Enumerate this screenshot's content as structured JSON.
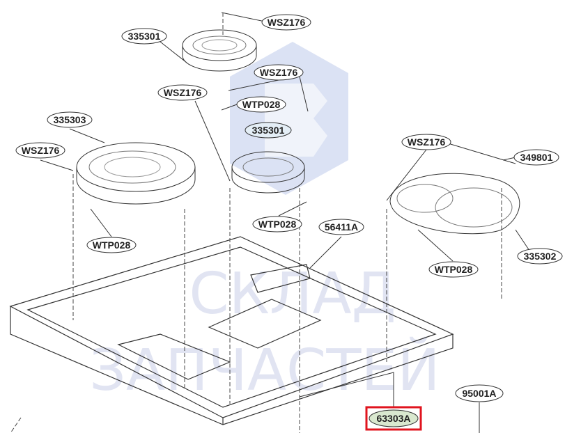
{
  "diagram": {
    "labels": {
      "wsz176_top": "WSZ176",
      "p335301_top": "335301",
      "wsz176_mid": "WSZ176",
      "wsz176_leftmid": "WSZ176",
      "wtp028_top": "WTP028",
      "p335303": "335303",
      "p335301_mid": "335301",
      "wsz176_left": "WSZ176",
      "wsz176_right": "WSZ176",
      "p349801": "349801",
      "wtp028_mid": "WTP028",
      "p56411a": "56411A",
      "wtp028_left": "WTP028",
      "wtp028_right": "WTP028",
      "p335302": "335302",
      "p95001a": "95001A",
      "p63303a": "63303A"
    },
    "watermark": {
      "line1": "СКЛАД",
      "line2": "ЗАПЧАСТЕЙ"
    },
    "colors": {
      "highlight_box": "#e0141e",
      "highlight_fill": "#d9e8cf",
      "watermark": "#c9cfe8"
    }
  }
}
